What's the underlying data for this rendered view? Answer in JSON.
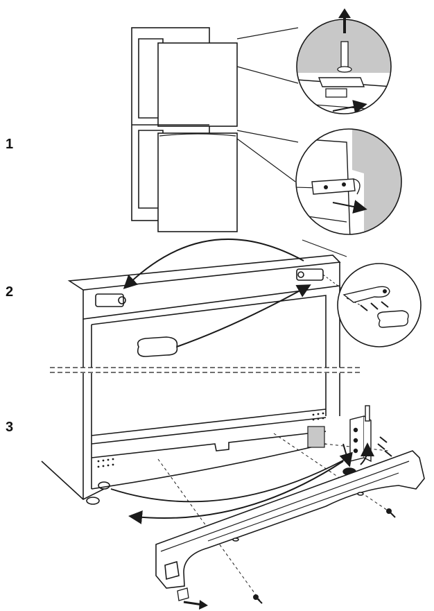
{
  "steps": [
    {
      "number": "1"
    },
    {
      "number": "2"
    },
    {
      "number": "3"
    }
  ],
  "colors": {
    "line": "#1a1a1a",
    "shade": "#c8c8c8",
    "background": "#ffffff"
  },
  "icons": [
    "arrow-up-icon",
    "arrow-right-icon",
    "curved-arrow-icon",
    "screw-icon"
  ]
}
